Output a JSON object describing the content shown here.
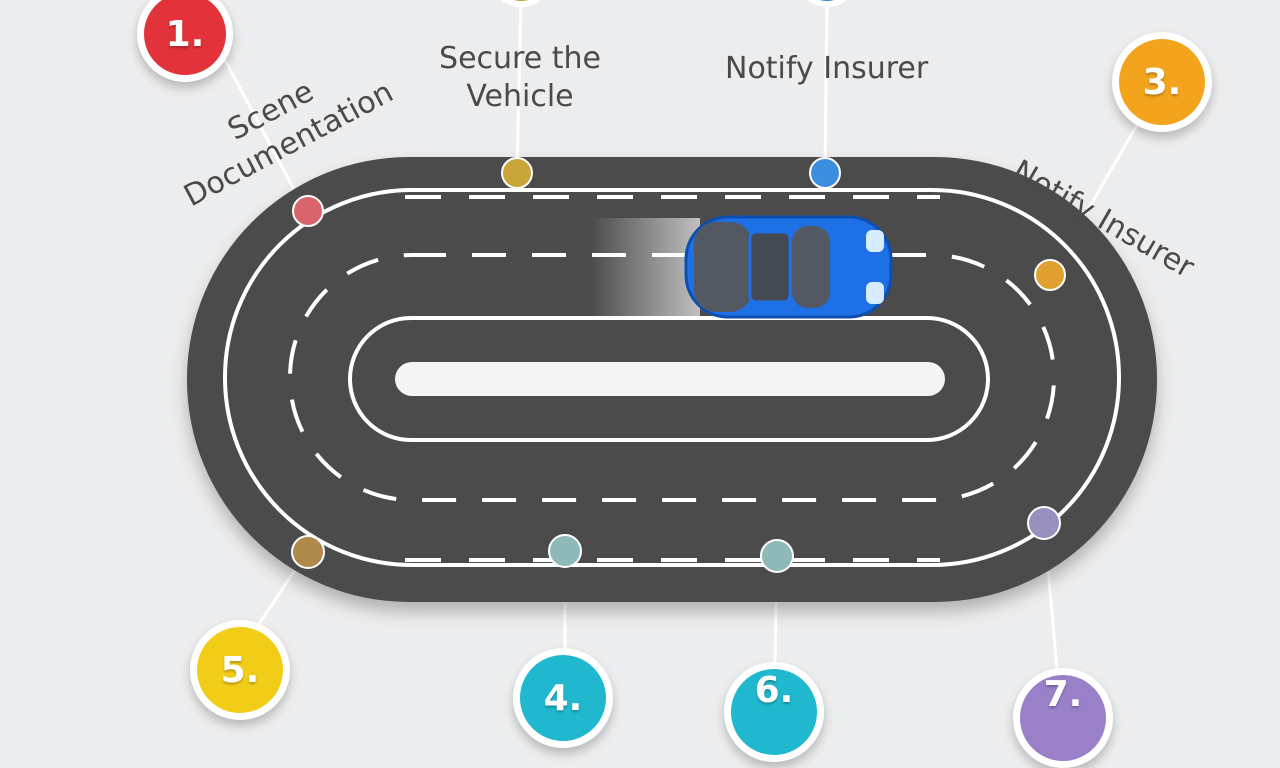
{
  "labels": {
    "scene_documentation": [
      "Scene",
      "Documentation"
    ],
    "secure_vehicle": [
      "Secure the",
      "Vehicle"
    ],
    "notify_insurer_top": "Notify Insurer",
    "notify_insurer_right": "Notify Insurer"
  },
  "badges": [
    {
      "id": "1",
      "text": "1.",
      "color": "#e2323a"
    },
    {
      "id": "3",
      "text": "3.",
      "color": "#f3a41c"
    },
    {
      "id": "4",
      "text": "4.",
      "color": "#20b8cf"
    },
    {
      "id": "5",
      "text": "5.",
      "color": "#f2cd17"
    },
    {
      "id": "6",
      "text": "6.",
      "color": "#20b8cf"
    },
    {
      "id": "7",
      "text": "7.",
      "color": "#9a80c8"
    }
  ],
  "pins": {
    "p1": "#d9646c",
    "p2": "#c9a63a",
    "p3": "#3c8fe0",
    "p4": "#e0a030",
    "p5": "#b08a4a",
    "p6": "#8fb8b8",
    "p7": "#8fb8b8",
    "p8": "#9a90c0"
  },
  "colors": {
    "road": "#4b4b4c",
    "car": "#1e70e6",
    "lane": "#ffffff"
  }
}
